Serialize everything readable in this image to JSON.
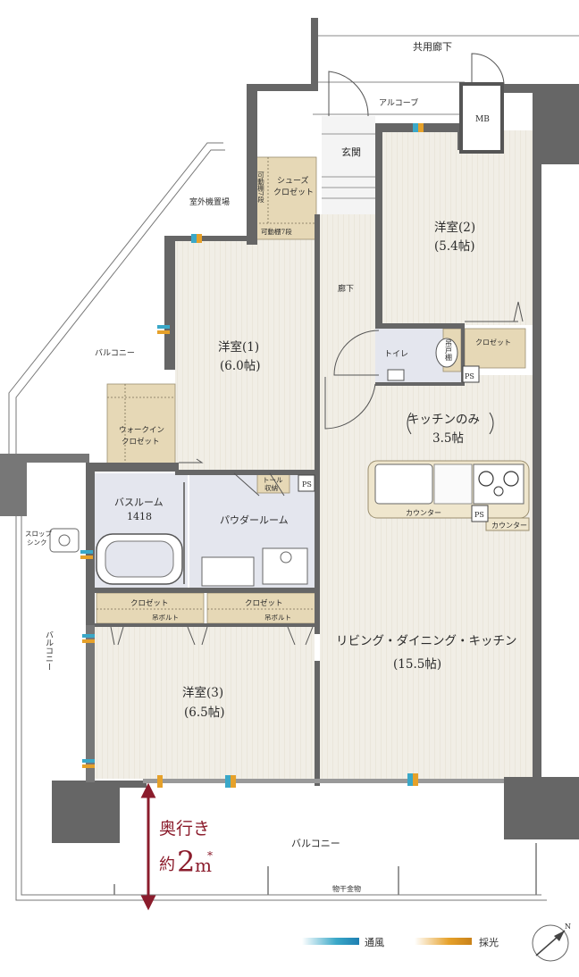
{
  "labels": {
    "corridor": "共用廊下",
    "alcove": "アルコーブ",
    "mb": "MB",
    "entrance": "玄関",
    "shoes_closet_l1": "シューズ",
    "shoes_closet_l2": "クロゼット",
    "movable_shelf_v": "可動棚7段",
    "movable_shelf_h": "可動棚7段",
    "ac_unit": "室外機置場",
    "room2_name": "洋室(2)",
    "room2_size": "(5.4帖)",
    "hallway": "廊下",
    "balcony_w": "バルコニー",
    "room1_name": "洋室(1)",
    "room1_size": "(6.0帖)",
    "toilet": "トイレ",
    "tsuri_dana": "吊戸棚",
    "closet_r2": "クロゼット",
    "ps1": "PS",
    "walkin_l1": "ウォークイン",
    "walkin_l2": "クロゼット",
    "kitchen_only": "キッチンのみ",
    "kitchen_size": "3.5帖",
    "bath_name": "バスルーム",
    "bath_size": "1418",
    "toilet_storage_l1": "トール",
    "toilet_storage_l2": "収納",
    "ps2": "PS",
    "powder_room": "パウダールーム",
    "counter1": "カウンター",
    "ps3": "PS",
    "counter2": "カウンター",
    "slop_sink_l1": "スロップ",
    "slop_sink_l2": "シンク",
    "closet_a": "クロゼット",
    "hanger_bolt_a": "吊ボルト",
    "closet_b": "クロゼット",
    "hanger_bolt_b": "吊ボルト",
    "balcony_sw": "バルコニー",
    "ldk_name": "リビング・ダイニング・キッチン",
    "ldk_size": "(15.5帖)",
    "room3_name": "洋室(3)",
    "room3_size": "(6.5帖)",
    "depth_l1": "奥行き",
    "depth_l2": "約",
    "depth_num": "2",
    "depth_unit": "m",
    "depth_star": "*",
    "balcony_s": "バルコニー",
    "clothes_rail": "物干金物",
    "legend_ventilation": "通風",
    "legend_light": "採光",
    "compass_n": "N"
  },
  "colors": {
    "wall": "#666666",
    "wall_dark": "#555555",
    "floor_wood": "#f1eee6",
    "floor_tile": "#e4e6ee",
    "storage": "#e6d8b6",
    "ventilation": "#3aa8c8",
    "light": "#e6a12a",
    "depth_arrow": "#8b1c2c"
  }
}
